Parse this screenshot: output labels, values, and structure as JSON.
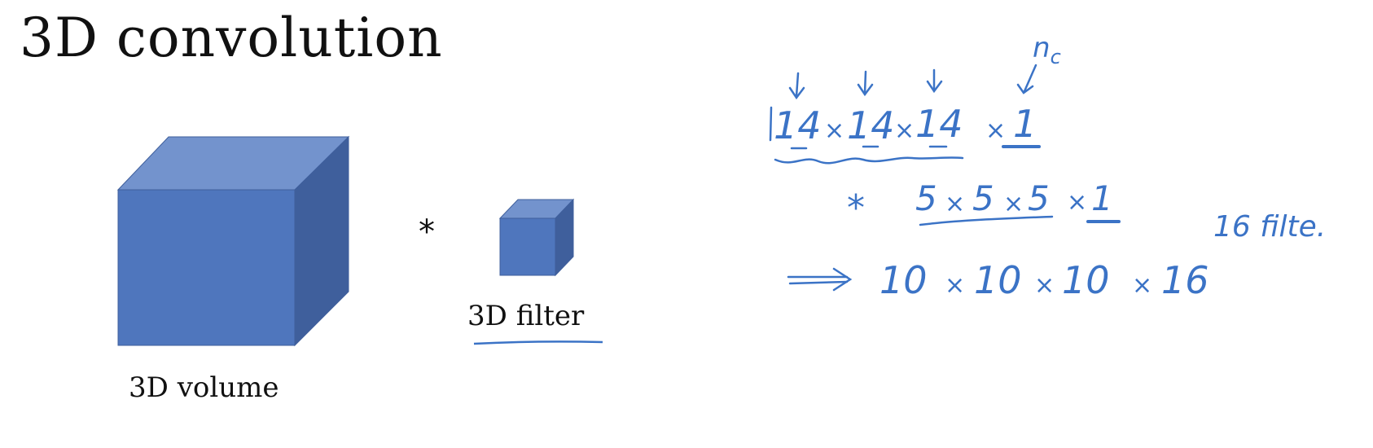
{
  "title": "3D convolution",
  "volume_label": "3D volume",
  "filter_label": "3D filter",
  "operator": "*",
  "colors": {
    "cube_front": "#4f76bd",
    "cube_top": "#7393cd",
    "cube_side": "#3f5f9c",
    "ink": "#3b73c6"
  },
  "notes": {
    "channel_label": "n",
    "channel_sub": "c",
    "line1_dims": [
      "14",
      "14",
      "14"
    ],
    "line1_channels": "1",
    "line2_op": "*",
    "line2_dims": [
      "5",
      "5",
      "5"
    ],
    "line2_channels": "1",
    "filters_note": "16 filte.",
    "line3_dims": [
      "10",
      "10",
      "10"
    ],
    "line3_channels": "16",
    "times": "×"
  }
}
